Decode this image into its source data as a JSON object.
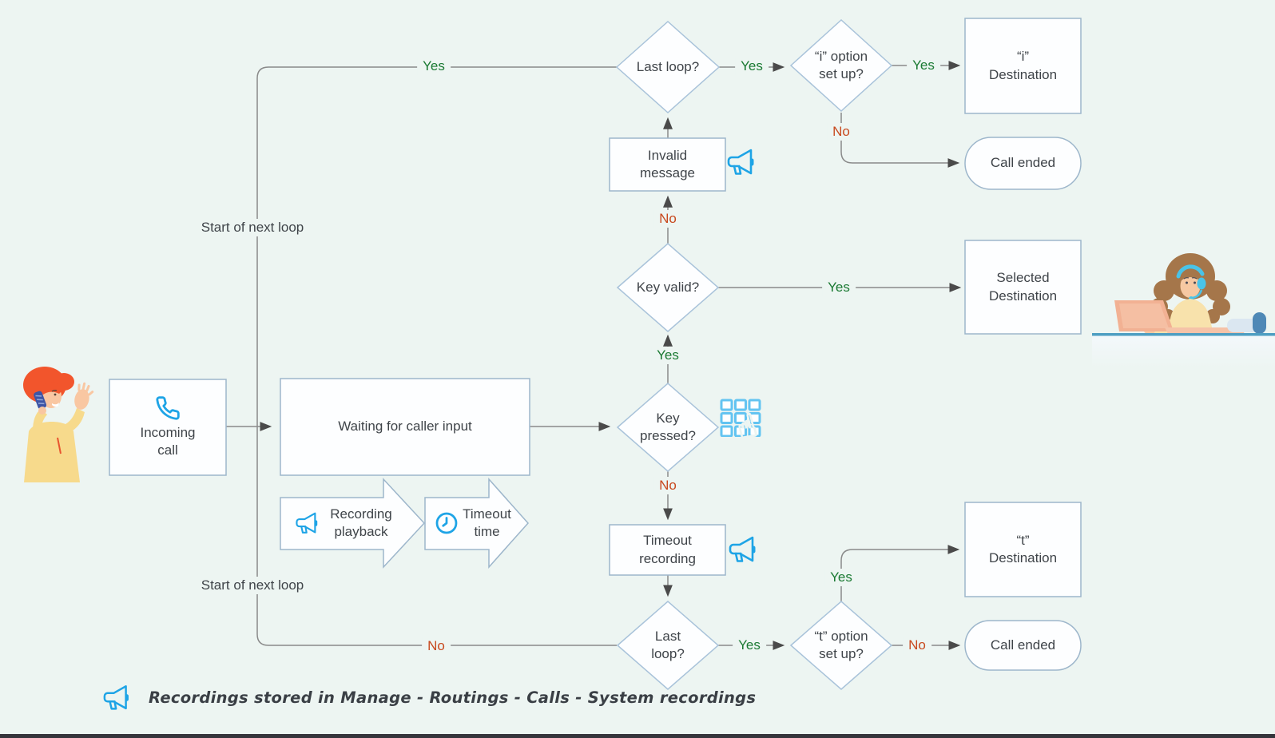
{
  "title": "IVR call routing flowchart",
  "colors": {
    "background": "#edf5f2",
    "shape_fill": "#fdfeff",
    "box_border": "#9db6cb",
    "diamond_border": "#a9c3da",
    "line": "#8a8a8a",
    "arrowhead": "#4a4a4a",
    "text": "#3f4449",
    "yes_green": "#1b7a33",
    "no_red": "#c8491e",
    "icon_blue": "#1ea4e6"
  },
  "nodes": {
    "incoming_call": "Incoming\ncall",
    "waiting": "Waiting for caller input",
    "recording_playback": "Recording\nplayback",
    "timeout_time": "Timeout\ntime",
    "key_pressed": "Key\npressed?",
    "key_valid": "Key valid?",
    "invalid_message": "Invalid\nmessage",
    "last_loop_top": "Last loop?",
    "i_option": "“i” option\nset up?",
    "i_destination": "“i”\nDestination",
    "call_ended_top": "Call ended",
    "selected_destination": "Selected\nDestination",
    "timeout_recording": "Timeout\nrecording",
    "last_loop_bottom": "Last\nloop?",
    "t_option": "“t” option\nset up?",
    "t_destination": "“t”\nDestination",
    "call_ended_bottom": "Call ended"
  },
  "edge_labels": {
    "loop_top_yes": "Yes",
    "last_top_to_i_yes": "Yes",
    "i_to_dest_yes": "Yes",
    "i_option_no": "No",
    "key_valid_no": "No",
    "key_valid_yes": "Yes",
    "key_pressed_yes": "Yes",
    "key_pressed_no": "No",
    "start_next_loop_top": "Start of next loop",
    "start_next_loop_bottom": "Start of next loop",
    "loop_bottom_no": "No",
    "last_bottom_yes": "Yes",
    "t_option_yes": "Yes",
    "t_option_no": "No"
  },
  "note": {
    "text": "Recordings stored in Manage - Routings - Calls - System recordings"
  },
  "icons": {
    "incoming_call": "phone-icon",
    "recording_playback": "megaphone-icon",
    "timeout_time": "clock-icon",
    "key_pressed": "keypad-hand-icon",
    "invalid_message": "megaphone-icon",
    "timeout_recording": "megaphone-icon",
    "note": "megaphone-icon"
  }
}
